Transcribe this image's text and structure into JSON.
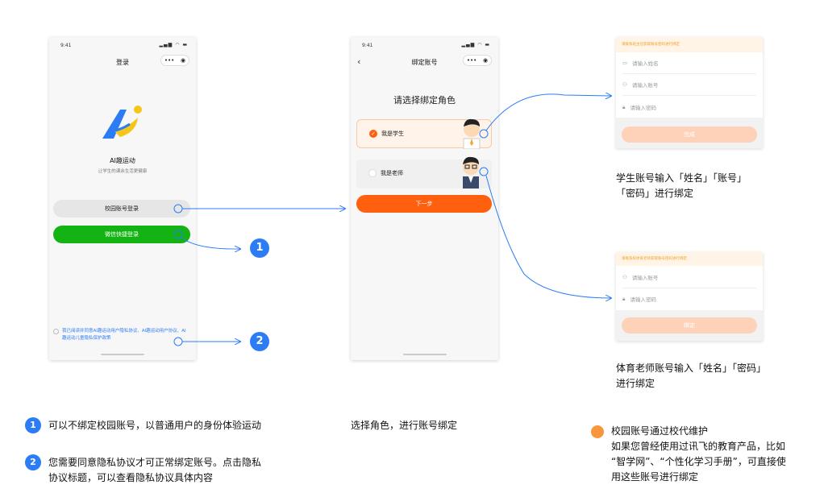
{
  "colors": {
    "accent_blue": "#2b7cf5",
    "green": "#12b312",
    "orange": "#ff6010",
    "light_orange": "#fdd2b9",
    "note_orange": "#f7963b"
  },
  "phone1": {
    "time": "9:41",
    "title": "登录",
    "capsule": [
      "•••",
      "◉"
    ],
    "app_name": "AI趣运动",
    "app_slogan": "让学生的课余生活更健康",
    "campus_login": "校园账号登录",
    "wechat_login": "微信快捷登录",
    "agreement": "我已阅读并同意AI趣运动用户隐私协议、AI趣运动用户协议、AI趣运动儿童隐私保护政策"
  },
  "phone2": {
    "time": "9:41",
    "title": "绑定账号",
    "heading": "请选择绑定角色",
    "role_student": "我是学生",
    "role_teacher": "我是老师",
    "next_button": "下一步"
  },
  "student_card": {
    "banner": "请联系班主任获取账号密码进行绑定",
    "name_placeholder": "请输入姓名",
    "account_placeholder": "请输入账号",
    "password_placeholder": "请输入密码",
    "submit": "完成"
  },
  "teacher_card": {
    "banner": "请联系校体育老师获取账号密码进行绑定",
    "account_placeholder": "请输入账号",
    "password_placeholder": "请输入密码",
    "submit": "绑定"
  },
  "annotations": {
    "student_note_1": "学生账号输入「姓名」「账号」",
    "student_note_2": "「密码」进行绑定",
    "teacher_note_1": "体育老师账号输入「姓名」「密码」",
    "teacher_note_2": "进行绑定",
    "badge1": "1",
    "badge2": "2",
    "legend1": "可以不绑定校园账号，以普通用户的身份体验运动",
    "legend2_a": "您需要同意隐私协议才可正常绑定账号。点击隐私",
    "legend2_b": "协议标题，可以查看隐私协议具体内容",
    "middle_caption": "选择角色，进行账号绑定",
    "right_title": "校园账号通过校代维护",
    "right_body_1": "如果您曾经使用过讯飞的教育产品，比如",
    "right_body_2": "“智学网”、“个性化学习手册”，可直接使",
    "right_body_3": "用这些账号进行绑定"
  }
}
